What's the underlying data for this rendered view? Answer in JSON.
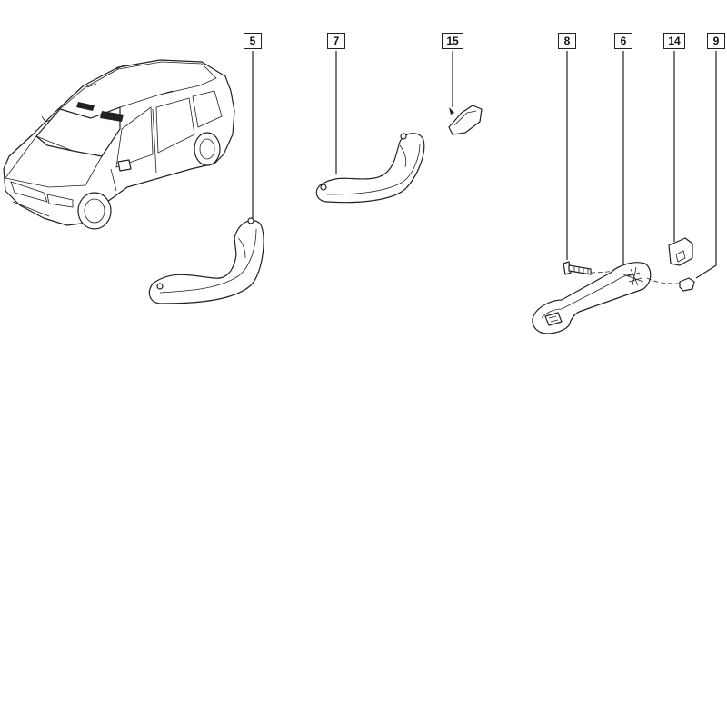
{
  "diagram": {
    "callouts": [
      {
        "id": "c5",
        "label": "5"
      },
      {
        "id": "c7",
        "label": "7"
      },
      {
        "id": "c15",
        "label": "15"
      },
      {
        "id": "c8",
        "label": "8"
      },
      {
        "id": "c6",
        "label": "6"
      },
      {
        "id": "c14",
        "label": "14"
      },
      {
        "id": "c9",
        "label": "9"
      }
    ]
  }
}
